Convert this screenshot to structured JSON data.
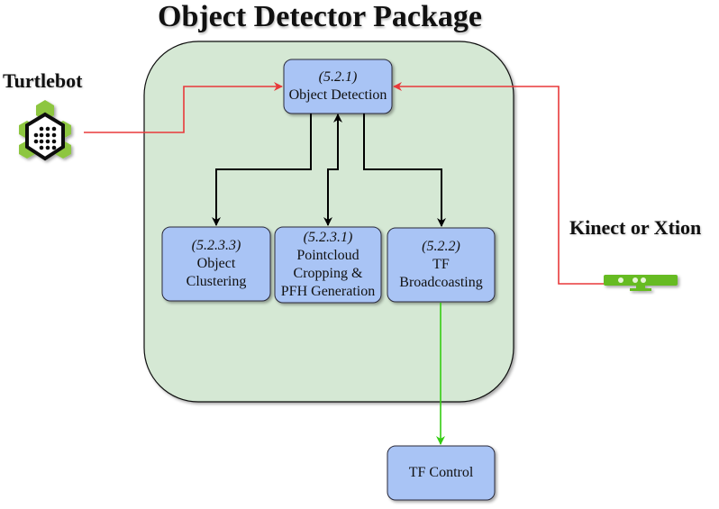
{
  "title": "Object Detector Package",
  "turtlebot_label": "Turtlebot",
  "kinect_label": "Kinect or Xtion",
  "colors": {
    "package_fill": "#d5e8d4",
    "node_fill": "#a9c4f5",
    "node_stroke": "#2a2a3a",
    "red_arrow": "#e8393a",
    "black_arrow": "#000000",
    "green_arrow": "#33cc11",
    "turtlebot_green": "#8dc63f"
  },
  "nodes": {
    "object_detection": {
      "num": "(5.2.1)",
      "lines": [
        "Object Detection"
      ]
    },
    "object_clustering": {
      "num": "(5.2.3.3)",
      "lines": [
        "Object",
        "Clustering"
      ]
    },
    "pointcloud_cropping": {
      "num": "(5.2.3.1)",
      "lines": [
        "Pointcloud",
        "Cropping &",
        "PFH Generation"
      ]
    },
    "tf_broadcasting": {
      "num": "(5.2.2)",
      "lines": [
        "TF",
        "Broadcoasting"
      ]
    },
    "tf_control": {
      "lines": [
        "TF Control"
      ]
    }
  },
  "icons": {
    "turtlebot": "turtlebot-icon",
    "kinect": "kinect-sensor-icon"
  }
}
